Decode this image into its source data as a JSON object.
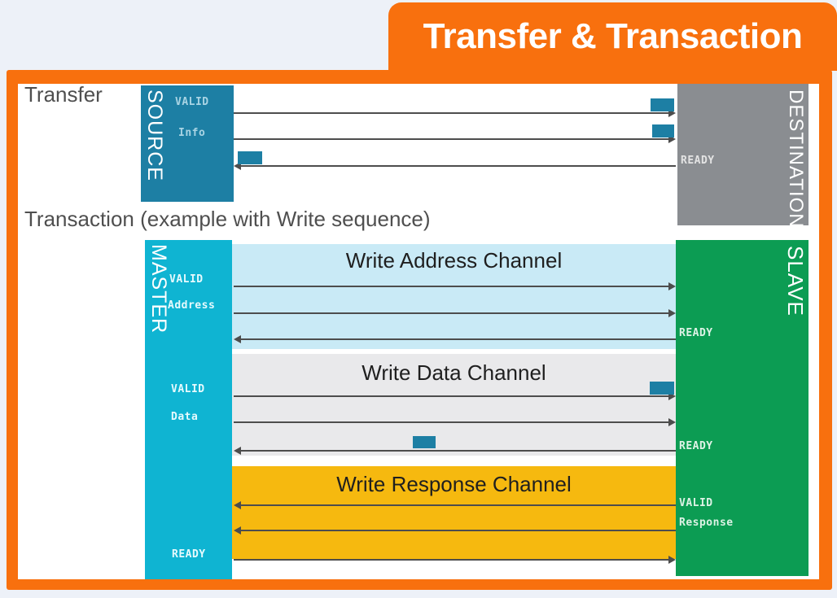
{
  "header": {
    "tab_label": "Transfer & Transaction"
  },
  "colors": {
    "accent_orange": "#F8700E",
    "page_background": "#EDF1F8",
    "source_teal": "#1D7FA4",
    "destination_gray": "#8A8D91",
    "master_cyan": "#0FB4D2",
    "slave_green": "#0C9C53",
    "address_band_blue": "#C9EAF6",
    "data_band_gray": "#E9E9EB",
    "response_band_amber": "#F6B90F",
    "handshake_marker_teal": "#1D7FA4",
    "arrow_gray": "#4D4D4D"
  },
  "transfer": {
    "heading": "Transfer",
    "source": {
      "title": "SOURCE",
      "valid_label": "VALID",
      "info_label": "Info"
    },
    "destination": {
      "title": "DESTINATION",
      "ready_label": "READY"
    }
  },
  "transaction": {
    "heading": "Transaction (example with Write sequence)",
    "master": {
      "title": "MASTER",
      "aw_valid": "VALID",
      "aw_addr": "Address",
      "w_valid": "VALID",
      "w_data": "Data",
      "b_ready": "READY"
    },
    "slave": {
      "title": "SLAVE",
      "aw_ready": "READY",
      "w_ready": "READY",
      "b_valid": "VALID",
      "b_resp": "Response"
    },
    "channels": [
      {
        "title": "Write Address Channel"
      },
      {
        "title": "Write Data Channel"
      },
      {
        "title": "Write Response Channel"
      }
    ]
  }
}
